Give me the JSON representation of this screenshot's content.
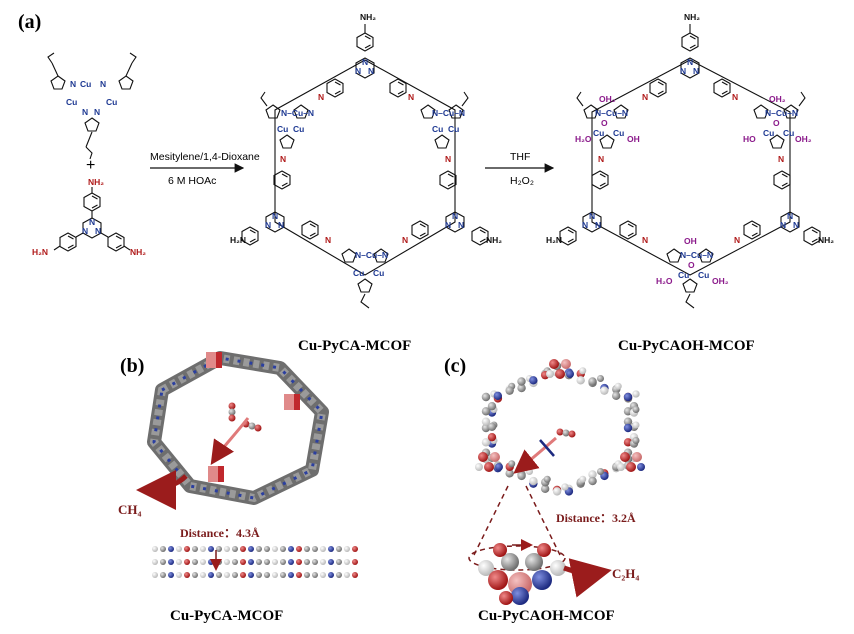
{
  "panels": {
    "a_label": "(a)",
    "b_label": "(b)",
    "c_label": "(c)"
  },
  "reaction": {
    "step1_reagent_top": "Mesitylene/1,4-Dioxane",
    "step1_reagent_bottom": "6 M HOAc",
    "step2_reagent_top": "THF",
    "step2_reagent_bottom": "H₂O₂",
    "plus": "+"
  },
  "atoms": {
    "cu": "Cu",
    "n": "N",
    "nh2": "NH₂",
    "h2n": "H₂N",
    "oh": "OH",
    "oh2": "OH₂",
    "h2o": "H₂O",
    "ho": "HO",
    "o": "O"
  },
  "captions": {
    "a_product1": "Cu-PyCA-MCOF",
    "a_product2": "Cu-PyCAOH-MCOF",
    "b_caption": "Cu-PyCA-MCOF",
    "c_caption": "Cu-PyCAOH-MCOF"
  },
  "panel_b": {
    "product_label": "CH₄",
    "distance_label": "Distance：4.3Å"
  },
  "panel_c": {
    "product_label": "C₂H₄",
    "distance_label": "Distance：3.2Å"
  },
  "colors": {
    "carbon": "#8a8a8a",
    "nitrogen": "#2b3fa0",
    "oxygen": "#c0282d",
    "copper": "#e08a8a",
    "arrow": "#9b1c1c"
  }
}
